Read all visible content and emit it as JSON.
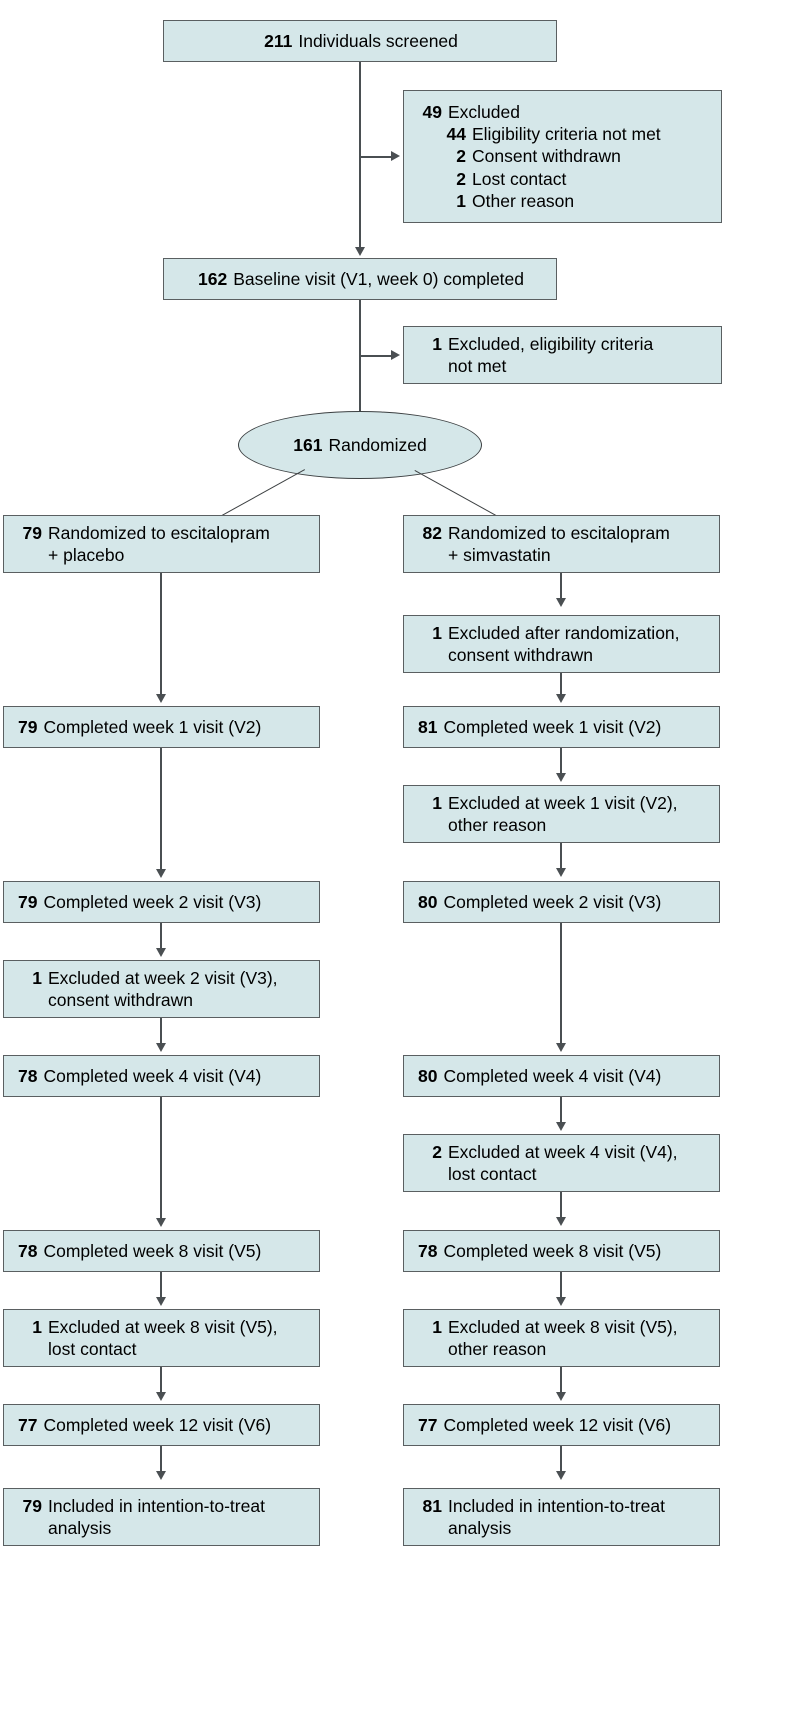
{
  "figure": {
    "type": "consort-flow-diagram",
    "colors": {
      "box_fill": "#d5e7e9",
      "box_border": "#5a5f61",
      "connector": "#4a4f52",
      "text": "#000000",
      "background": "#ffffff"
    }
  },
  "screened": {
    "num": "211",
    "label": "Individuals screened"
  },
  "excluded_screening": {
    "num": "49",
    "label": "Excluded",
    "reasons": [
      {
        "num": "44",
        "label": "Eligibility criteria not met"
      },
      {
        "num": "2",
        "label": "Consent withdrawn"
      },
      {
        "num": "2",
        "label": "Lost contact"
      },
      {
        "num": "1",
        "label": "Other reason"
      }
    ]
  },
  "baseline": {
    "num": "162",
    "label": "Baseline visit (V1, week 0) completed"
  },
  "excluded_baseline": {
    "num": "1",
    "line1": "Excluded, eligibility criteria",
    "line2": "not met"
  },
  "randomized": {
    "num": "161",
    "label": "Randomized"
  },
  "left_arm": {
    "allocation": {
      "num": "79",
      "line1": "Randomized to escitalopram",
      "line2": "+ placebo"
    },
    "steps": [
      {
        "kind": "visit",
        "num": "79",
        "label": "Completed week 1 visit (V2)"
      },
      {
        "kind": "visit",
        "num": "79",
        "label": "Completed week 2 visit (V3)"
      },
      {
        "kind": "excluded",
        "num": "1",
        "line1": "Excluded at week 2 visit (V3),",
        "line2": "consent withdrawn"
      },
      {
        "kind": "visit",
        "num": "78",
        "label": "Completed week 4 visit (V4)"
      },
      {
        "kind": "visit",
        "num": "78",
        "label": "Completed week 8 visit (V5)"
      },
      {
        "kind": "excluded",
        "num": "1",
        "line1": "Excluded at week 8 visit (V5),",
        "line2": "lost contact"
      },
      {
        "kind": "visit",
        "num": "77",
        "label": "Completed week 12 visit (V6)"
      },
      {
        "kind": "itt",
        "num": "79",
        "line1": "Included in intention-to-treat",
        "line2": "analysis"
      }
    ]
  },
  "right_arm": {
    "allocation": {
      "num": "82",
      "line1": "Randomized to escitalopram",
      "line2": "+ simvastatin"
    },
    "steps": [
      {
        "kind": "excluded",
        "num": "1",
        "line1": "Excluded after randomization,",
        "line2": "consent withdrawn"
      },
      {
        "kind": "visit",
        "num": "81",
        "label": "Completed week 1 visit (V2)"
      },
      {
        "kind": "excluded",
        "num": "1",
        "line1": "Excluded at week 1 visit (V2),",
        "line2": "other reason"
      },
      {
        "kind": "visit",
        "num": "80",
        "label": "Completed week 2 visit (V3)"
      },
      {
        "kind": "visit",
        "num": "80",
        "label": "Completed week 4 visit (V4)"
      },
      {
        "kind": "excluded",
        "num": "2",
        "line1": "Excluded at week 4 visit (V4),",
        "line2": "lost contact"
      },
      {
        "kind": "visit",
        "num": "78",
        "label": "Completed week 8 visit (V5)"
      },
      {
        "kind": "excluded",
        "num": "1",
        "line1": "Excluded at week 8 visit (V5),",
        "line2": "other reason"
      },
      {
        "kind": "visit",
        "num": "77",
        "label": "Completed week 12 visit (V6)"
      },
      {
        "kind": "itt",
        "num": "81",
        "line1": "Included in intention-to-treat",
        "line2": "analysis"
      }
    ]
  }
}
